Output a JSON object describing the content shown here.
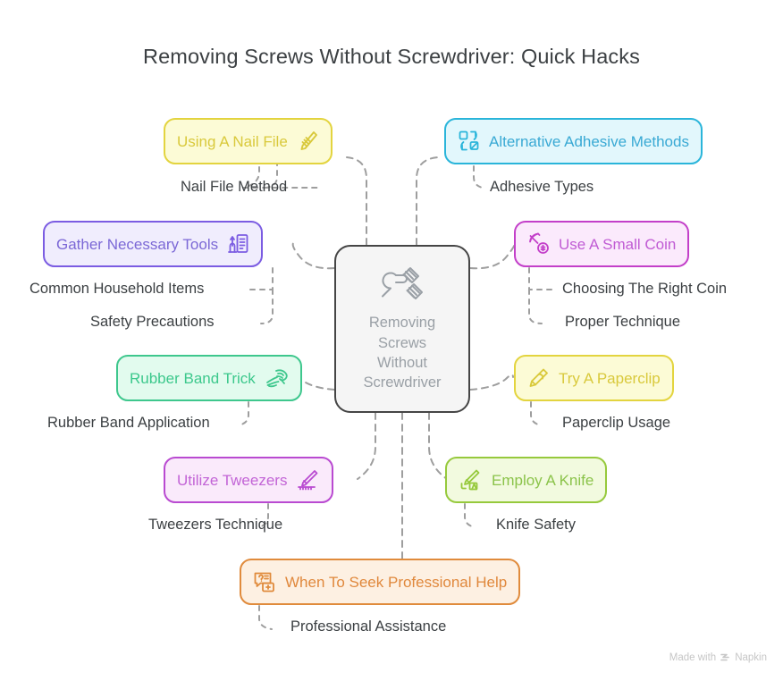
{
  "title": "Removing Screws Without Screwdriver: Quick Hacks",
  "center": {
    "label": "Removing\nScrews\nWithout\nScrewdriver",
    "icon": "screwdriver-screws-icon",
    "fill": "#f5f5f5",
    "border": "#454545",
    "text_color": "#9aa0a6"
  },
  "watermark": {
    "prefix": "Made with",
    "brand": "Napkin",
    "logo": "napkin-chevrons-icon",
    "color": "#c6c6c6"
  },
  "branches": [
    {
      "id": "nail-file",
      "label": "Using A Nail File",
      "icon": "nail-file-icon",
      "icon_side": "right",
      "border": "#e3d43f",
      "fill": "#fcfbd6",
      "text_color": "#d9c93c",
      "children": [
        {
          "label": "Nail File Method"
        }
      ]
    },
    {
      "id": "adhesive",
      "label": "Alternative Adhesive Methods",
      "icon": "adhesive-swap-icon",
      "icon_side": "left",
      "border": "#2ab5da",
      "fill": "#e2f7fc",
      "text_color": "#39a9d4",
      "children": [
        {
          "label": "Adhesive Types"
        }
      ]
    },
    {
      "id": "gather-tools",
      "label": "Gather Necessary Tools",
      "icon": "toolbox-list-icon",
      "icon_side": "right",
      "border": "#7b5ce2",
      "fill": "#f0edfd",
      "text_color": "#7b68d6",
      "children": [
        {
          "label": "Common Household Items"
        },
        {
          "label": "Safety Precautions"
        }
      ]
    },
    {
      "id": "small-coin",
      "label": "Use A Small Coin",
      "icon": "pickaxe-coin-icon",
      "icon_side": "left",
      "border": "#c33fc9",
      "fill": "#fbeafc",
      "text_color": "#c05bd4",
      "children": [
        {
          "label": "Choosing The Right Coin"
        },
        {
          "label": "Proper Technique"
        }
      ]
    },
    {
      "id": "rubber-band",
      "label": "Rubber Band Trick",
      "icon": "rubber-band-hand-icon",
      "icon_side": "right",
      "border": "#3ec78d",
      "fill": "#e2fbee",
      "text_color": "#3cc88c",
      "children": [
        {
          "label": "Rubber Band Application"
        }
      ]
    },
    {
      "id": "paperclip",
      "label": "Try A Paperclip",
      "icon": "paperclip-marker-icon",
      "icon_side": "left",
      "border": "#e3d43f",
      "fill": "#fcfbd6",
      "text_color": "#d9c93c",
      "children": [
        {
          "label": "Paperclip Usage"
        }
      ]
    },
    {
      "id": "tweezers",
      "label": "Utilize Tweezers",
      "icon": "tweezers-icon",
      "icon_side": "right",
      "border": "#b94ad1",
      "fill": "#faeafb",
      "text_color": "#c264d6",
      "children": [
        {
          "label": "Tweezers Technique"
        }
      ]
    },
    {
      "id": "knife",
      "label": "Employ A Knife",
      "icon": "knife-board-icon",
      "icon_side": "left",
      "border": "#96c93c",
      "fill": "#f2fadf",
      "text_color": "#8bc34a",
      "children": [
        {
          "label": "Knife Safety"
        }
      ]
    },
    {
      "id": "professional-help",
      "label": "When To Seek Professional Help",
      "icon": "help-question-plus-icon",
      "icon_side": "left",
      "border": "#e08b3c",
      "fill": "#fdf0e2",
      "text_color": "#e0883c",
      "children": [
        {
          "label": "Professional Assistance"
        }
      ]
    }
  ]
}
